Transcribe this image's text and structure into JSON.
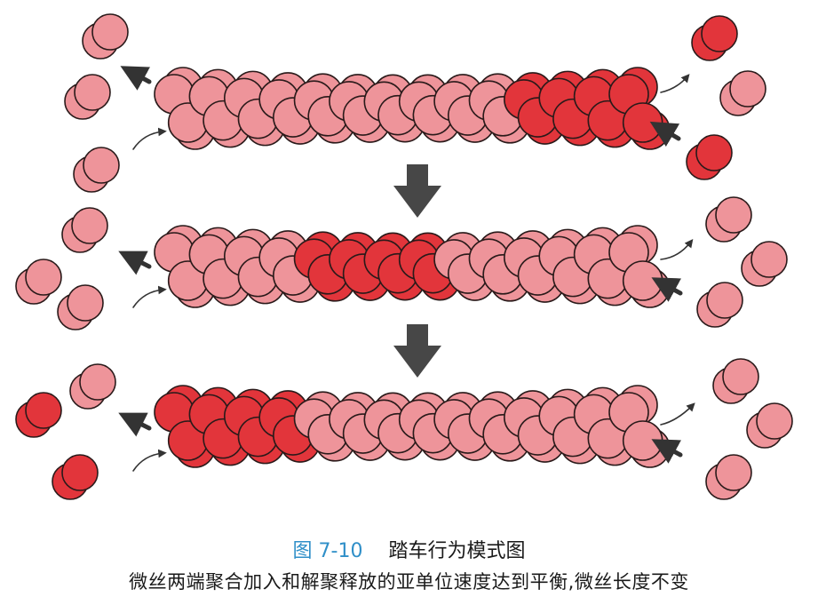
{
  "figure": {
    "number": "图 7-10",
    "title": "踏车行为模式图",
    "description": "微丝两端聚合加入和解聚释放的亚单位速度达到平衡,微丝长度不变"
  },
  "colors": {
    "pink": "#ee949a",
    "red": "#e2353b",
    "outline": "#2a1a1a",
    "arrow": "#474747"
  }
}
